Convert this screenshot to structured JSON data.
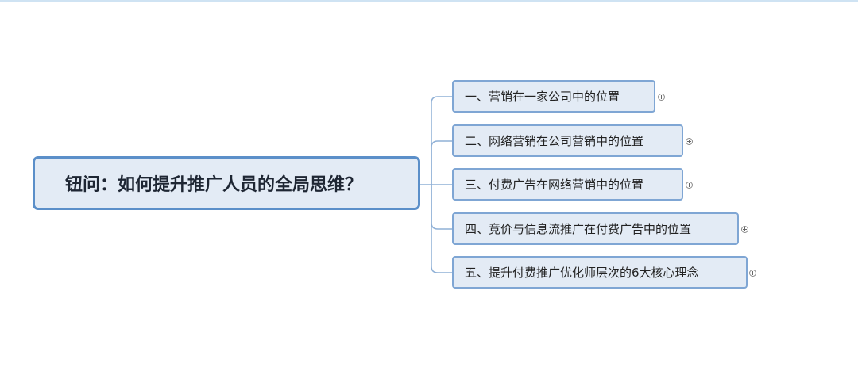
{
  "colors": {
    "node_fill": "#e3ebf5",
    "root_border": "#5b8fc9",
    "child_border": "#7fa6d4",
    "connector": "#8fb0d6"
  },
  "root": {
    "label": "钮问：如何提升推广人员的全局思维？"
  },
  "branches": [
    {
      "label": "一、营销在一家公司中的位置",
      "icon": "plus-circle-icon"
    },
    {
      "label": "二、网络营销在公司营销中的位置",
      "icon": "plus-circle-icon"
    },
    {
      "label": "三、付费广告在网络营销中的位置",
      "icon": "plus-circle-icon"
    },
    {
      "label": "四、竞价与信息流推广在付费广告中的位置",
      "icon": "plus-circle-icon"
    },
    {
      "label": "五、提升付费推广优化师层次的6大核心理念",
      "icon": "plus-circle-icon"
    }
  ]
}
